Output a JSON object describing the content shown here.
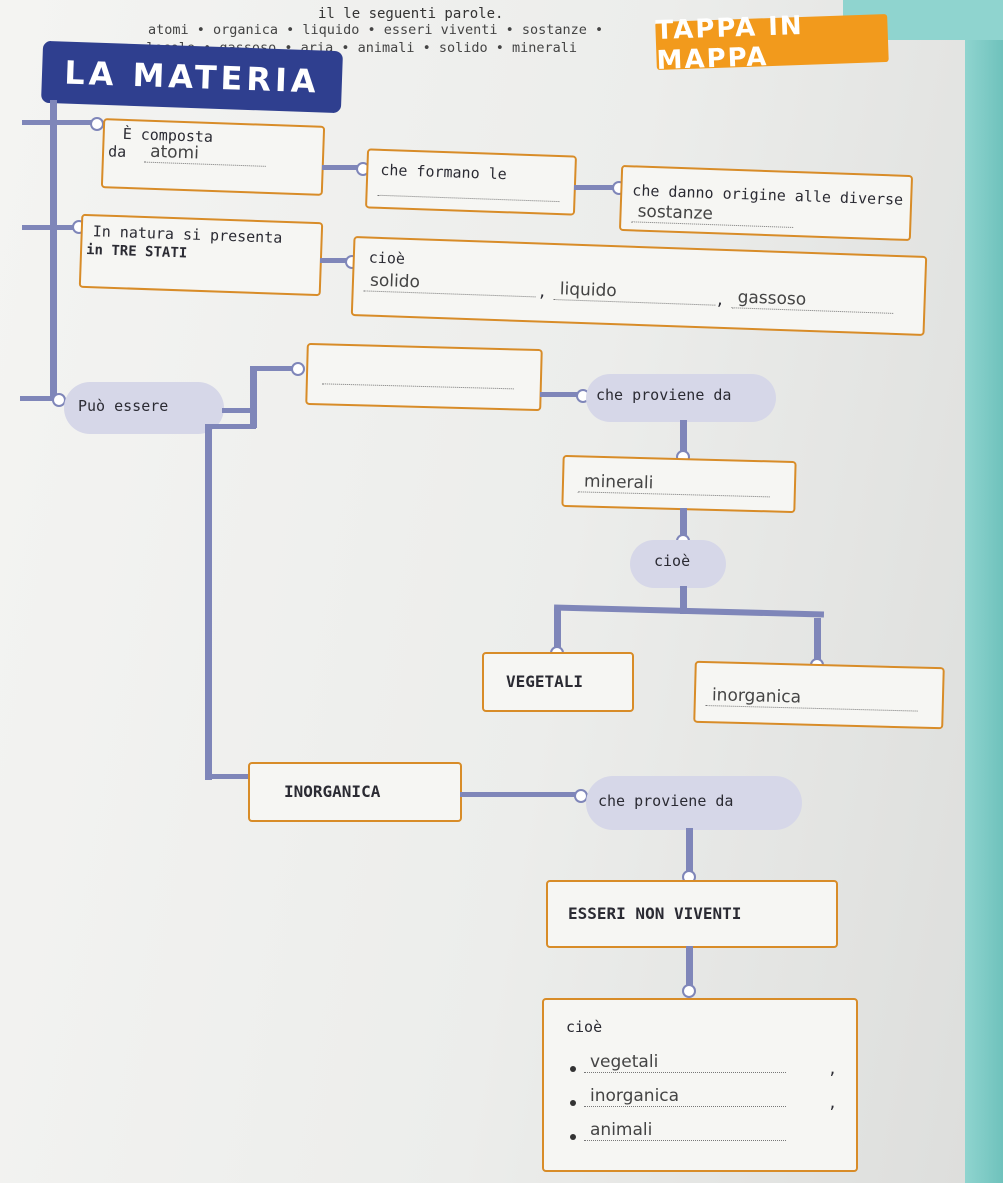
{
  "header": {
    "instruction": "il le seguenti parole.",
    "word_line_1": "atomi • organica • liquido • esseri viventi • sostanze •",
    "word_line_2": "molecole • gassoso • aria • animali • solido • minerali",
    "tappa": "TAPPA IN MAPPA",
    "title": "LA MATERIA"
  },
  "map": {
    "composta_line1": "È composta",
    "composta_line2": "da",
    "answer_atomi": "atomi",
    "formano": "che formano le",
    "danno": "che danno origine alle diverse",
    "answer_sostanze": "sostanze",
    "natura_line1": "In natura si presenta",
    "natura_line2": "in TRE STATI",
    "cioe_1": "cioè",
    "answer_solido": "solido",
    "comma_1": ",",
    "answer_liquido": "liquido",
    "comma_2": ",",
    "answer_gassoso": "gassoso",
    "puo_essere": "Può essere",
    "proviene_1": "che proviene da",
    "answer_minerali": "minerali",
    "cioe_2": "cioè",
    "vegetali": "VEGETALI",
    "answer_inorganica_1": "inorganica",
    "inorganica": "INORGANICA",
    "proviene_2": "che proviene da",
    "esseri_non_viventi": "ESSERI NON VIVENTI",
    "cioe_3": "cioè",
    "list_1": "vegetali",
    "list_2": "inorganica",
    "list_3": "animali",
    "list_comma": ","
  },
  "colors": {
    "line": "#7f86b9",
    "box_border": "#d88c28",
    "title_bg": "#2f3f8f",
    "tappa_bg": "#f29a1c"
  }
}
